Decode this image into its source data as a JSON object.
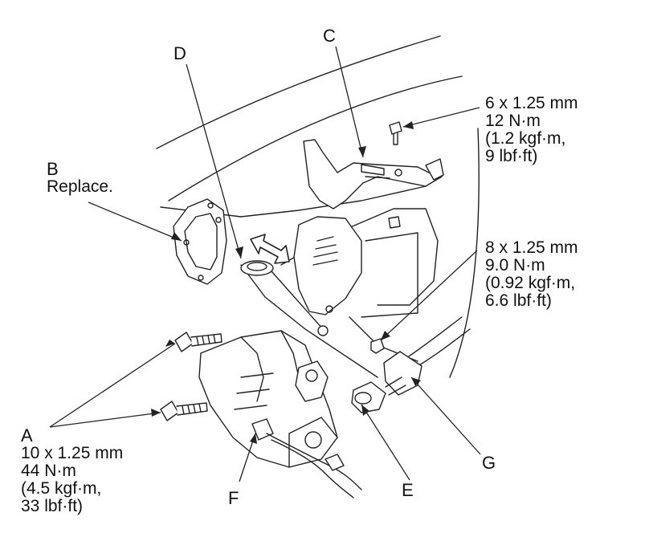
{
  "labels": {
    "a": "A",
    "b": "B",
    "c": "C",
    "d": "D",
    "e": "E",
    "f": "F",
    "g": "G"
  },
  "b_note": "Replace.",
  "spec_c": [
    "6 x 1.25 mm",
    "12 N·m",
    "(1.2 kgf·m,",
    "9 lbf·ft)"
  ],
  "spec_e": [
    "8 x 1.25 mm",
    "9.0 N·m",
    "(0.92 kgf·m,",
    "6.6 lbf·ft)"
  ],
  "spec_a": [
    "10 x 1.25 mm",
    "44 N·m",
    "(4.5 kgf·m,",
    "33 lbf·ft)"
  ],
  "colors": {
    "line": "#222222",
    "fill": "#ffffff",
    "shade": "#e6e6e6"
  }
}
